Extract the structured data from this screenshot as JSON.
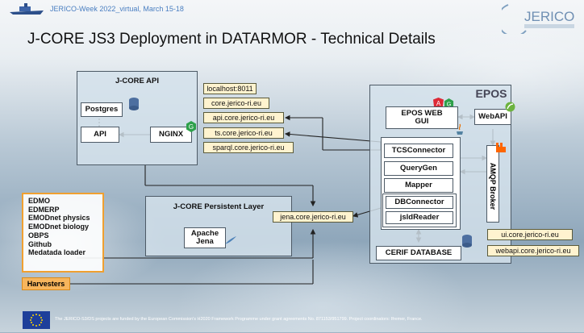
{
  "header": {
    "event": "JERICO-Week 2022_virtual, March 15-18",
    "title": "J-CORE JS3 Deployment in DATARMOR - Technical Details",
    "logo_text": "JERICO"
  },
  "jcore_api": {
    "label": "J-CORE API",
    "postgres": "Postgres",
    "api": "API",
    "nginx": "NGINX",
    "endpoints": [
      "localhost:8011",
      "core.jerico-ri.eu",
      "api.core.jerico-ri.eu",
      "ts.core.jerico-ri.eu",
      "sparql.core.jerico-ri.eu"
    ]
  },
  "persistent_layer": {
    "label": "J-CORE Persistent Layer",
    "apache_jena": "Apache\nJena",
    "endpoint": "jena.core.jerico-ri.eu"
  },
  "epos": {
    "logo": "EPOS",
    "web_gui": "EPOS WEB\nGUI",
    "webapi": "WebAPI",
    "amqp": "AMQP Broker",
    "modules": [
      "TCSConnector",
      "QueryGen",
      "Mapper",
      "DBConnector",
      "jsldReader"
    ],
    "database": "CERIF DATABASE",
    "endpoints": [
      "ui.core.jerico-ri.eu",
      "webapi.core.jerico-ri.eu"
    ]
  },
  "sources": [
    "EDMO",
    "EDMERP",
    "EMODnet physics",
    "EMODnet biology",
    "OBPS",
    "Github",
    "Medatada loader"
  ],
  "harvesters": "Harvesters",
  "footer": "The JERICO-S3/DS projects are funded by the European Commission's H2020 Framework Programme under grant agreements No. 871153/951799. Project coordinators: Ifremer, France.",
  "colors": {
    "accent_orange": "#f0a030",
    "yellow_fill": "#fff3cf",
    "panel_fill": "#d4e2ec"
  }
}
